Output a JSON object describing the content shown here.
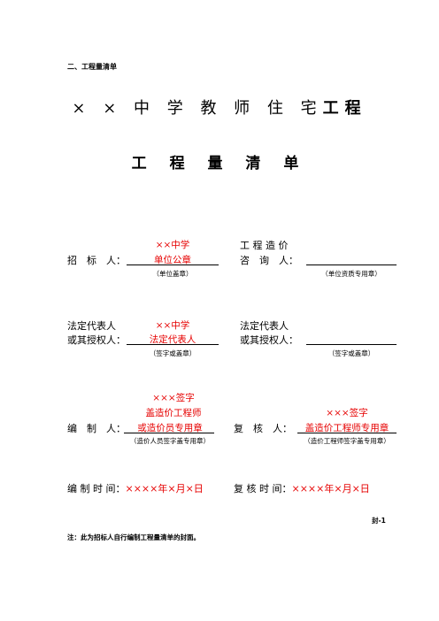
{
  "section_heading": "二、工程量清单",
  "title_main": "× × 中 学 教 师 住 宅",
  "title_suffix": "工程",
  "subtitle": "工 程 量 清 单",
  "block1": {
    "left_label": "招　标　人：",
    "left_stamp_line1": "××中学",
    "left_stamp_line2": "单位公章",
    "left_caption": "（单位盖章）",
    "right_label_top": "工 程 造 价",
    "right_label": "咨　询　人：",
    "right_caption": "（单位资质专用章）"
  },
  "block2": {
    "left_label_top": "法定代表人",
    "left_label": "或其授权人：",
    "left_value_top": "××中学",
    "left_value": "法定代表人",
    "left_caption": "（签字或盖章）",
    "right_label_top": "法定代表人",
    "right_label": "或其授权人：",
    "right_caption": "（签字或盖章）"
  },
  "block3": {
    "left_label": "编　制　人：",
    "left_value_1": "×××签字",
    "left_value_2": "盖造价工程师",
    "left_value_3": "或造价员专用章",
    "left_caption": "（造价人员签字盖专用章）",
    "right_label": "复　核　人：",
    "right_value_1": "×××签字",
    "right_value_2": "盖造价工程师专用章",
    "right_caption": "（造价工程师签字盖专用章）"
  },
  "dates": {
    "compile_label": "编 制 时 间：",
    "compile_value": "××××年×月×日",
    "review_label": "复 核 时 间：",
    "review_value": "××××年×月×日"
  },
  "page_number": "封-1",
  "footnote": "注：此为招标人自行编制工程量清单的封面。",
  "colors": {
    "stamp_text": "#e60000",
    "text": "#000000"
  }
}
